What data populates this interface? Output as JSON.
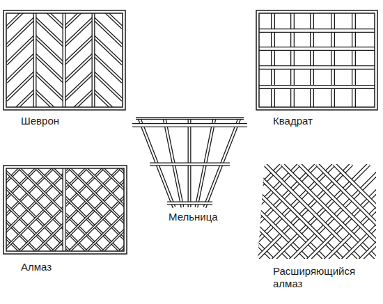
{
  "diagram": {
    "labels": [
      "Шеврон",
      "Квадрат",
      "Мельница",
      "Алмаз",
      "Расширяющийся алмаз"
    ]
  }
}
